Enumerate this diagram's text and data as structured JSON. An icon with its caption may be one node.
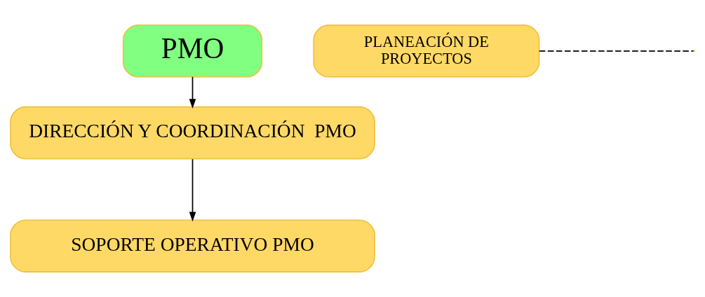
{
  "diagram": {
    "nodes": [
      {
        "text": [
          "PMO"
        ]
      },
      {
        "text": [
          "DIRECCIÓN Y COORDINACIÓN  PMO"
        ]
      },
      {
        "text": [
          "SOPORTE OPERATIVO PMO"
        ]
      },
      {
        "text": [
          "PLANEACIÓN DE PROYECTOS"
        ]
      }
    ],
    "edges": [
      {
        "from": 0,
        "to": 1,
        "arrow": "to"
      },
      {
        "from": 1,
        "to": 2,
        "arrow": "to"
      },
      {
        "from": 3,
        "to": null,
        "arrow": "none",
        "style": "dashed"
      }
    ]
  }
}
